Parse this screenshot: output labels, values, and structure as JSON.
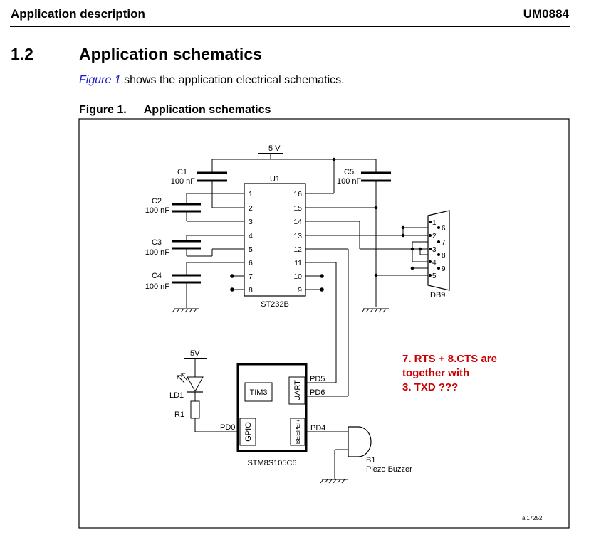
{
  "header": {
    "section_name": "Application description",
    "doc_id": "UM0884"
  },
  "section": {
    "number": "1.2",
    "title": "Application schematics"
  },
  "intro": {
    "figure_ref": "Figure 1",
    "text": " shows the application electrical schematics."
  },
  "figure": {
    "label": "Figure 1.",
    "title": "Application schematics",
    "code": "ai17252"
  },
  "schematic": {
    "supply_label": "5 V",
    "led_supply_label": "5V",
    "capacitors": {
      "c1": {
        "name": "C1",
        "value": "100 nF"
      },
      "c2": {
        "name": "C2",
        "value": "100 nF"
      },
      "c3": {
        "name": "C3",
        "value": "100 nF"
      },
      "c4": {
        "name": "C4",
        "value": "100 nF"
      },
      "c5": {
        "name": "C5",
        "value": "100 nF"
      }
    },
    "u1": {
      "ref": "U1",
      "part": "ST232B"
    },
    "u1_left_pins": [
      "1",
      "2",
      "3",
      "4",
      "5",
      "6",
      "7",
      "8"
    ],
    "u1_right_pins": [
      "16",
      "15",
      "14",
      "13",
      "12",
      "11",
      "10",
      "9"
    ],
    "db9": {
      "name": "DB9",
      "pins_left": [
        "1",
        "2",
        "3",
        "4",
        "5"
      ],
      "pins_right": [
        "6",
        "7",
        "8",
        "9"
      ]
    },
    "mcu": {
      "part": "STM8S105C6",
      "timer": "TIM3",
      "uart": "UART",
      "gpio": "GPIO",
      "beeper": "BEEPER",
      "pins": {
        "pd5": "PD5",
        "pd6": "PD6",
        "pd0": "PD0",
        "pd4": "PD4"
      }
    },
    "led": {
      "name": "LD1"
    },
    "resistor": {
      "name": "R1"
    },
    "buzzer": {
      "ref": "B1",
      "name": "Piezo Buzzer"
    },
    "annotation": {
      "line1": "7. RTS + 8.CTS are",
      "line2": "together with",
      "line3": "3. TXD  ???",
      "color": "#cc0000"
    }
  }
}
